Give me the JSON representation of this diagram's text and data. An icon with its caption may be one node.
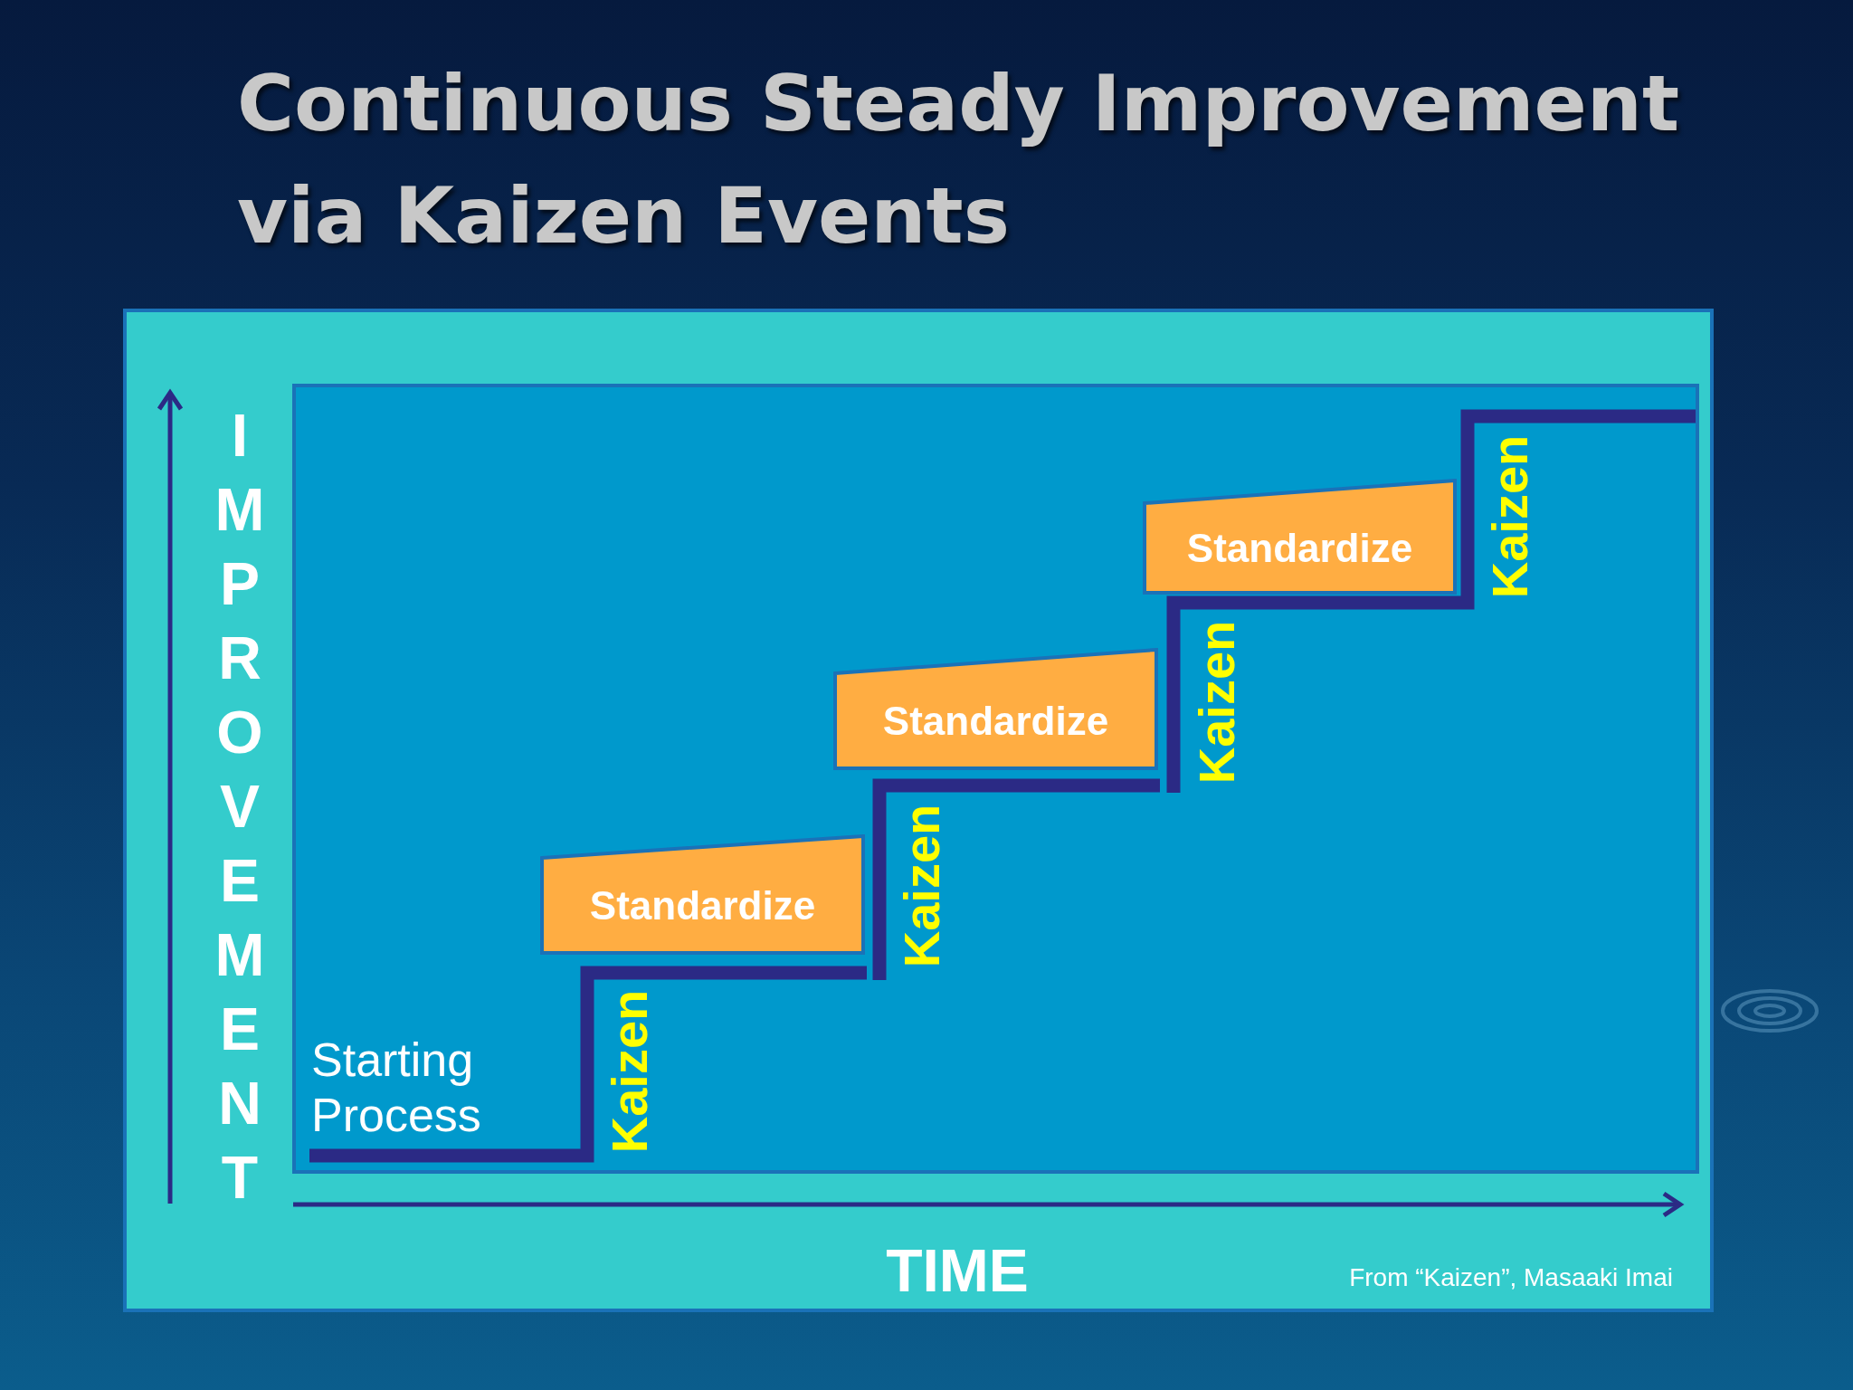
{
  "diagram": {
    "title": "Continuous Steady Improvement via Kaizen Events",
    "nodes": [
      {
        "text": [
          "Standardize"
        ]
      },
      {
        "text": [
          "Standardize"
        ]
      },
      {
        "text": [
          "Standardize"
        ]
      }
    ],
    "labels": [
      "IMPROVEMENT",
      "Starting Process",
      "Kaizen",
      "Kaizen",
      "Kaizen",
      "Kaizen",
      "TIME",
      "From “Kaizen”, Masaaki Imai"
    ]
  }
}
